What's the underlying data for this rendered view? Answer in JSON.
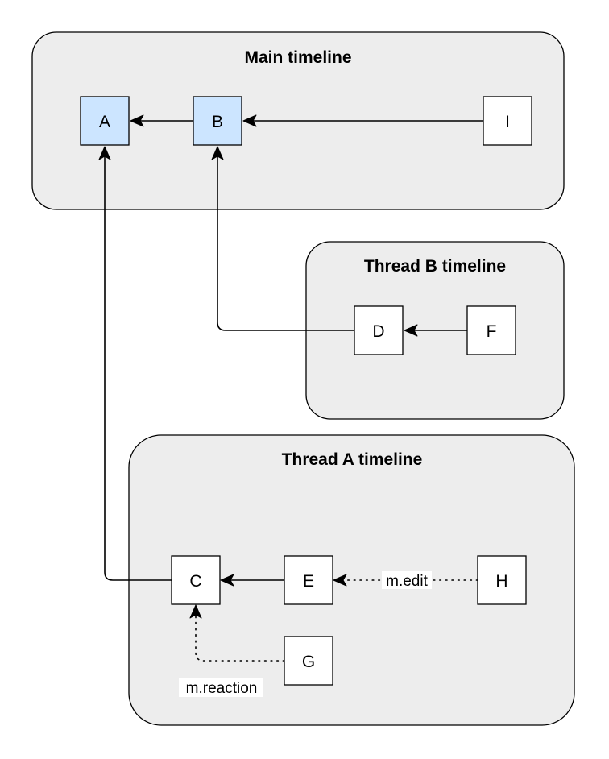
{
  "groups": {
    "main": {
      "title": "Main timeline"
    },
    "thread_b": {
      "title": "Thread B timeline"
    },
    "thread_a": {
      "title": "Thread A timeline"
    }
  },
  "nodes": {
    "A": {
      "label": "A",
      "highlighted": true
    },
    "B": {
      "label": "B",
      "highlighted": true
    },
    "I": {
      "label": "I",
      "highlighted": false
    },
    "D": {
      "label": "D",
      "highlighted": false
    },
    "F": {
      "label": "F",
      "highlighted": false
    },
    "C": {
      "label": "C",
      "highlighted": false
    },
    "E": {
      "label": "E",
      "highlighted": false
    },
    "H": {
      "label": "H",
      "highlighted": false
    },
    "G": {
      "label": "G",
      "highlighted": false
    }
  },
  "edges": [
    {
      "from": "B",
      "to": "A",
      "style": "solid",
      "label": ""
    },
    {
      "from": "I",
      "to": "B",
      "style": "solid",
      "label": ""
    },
    {
      "from": "F",
      "to": "D",
      "style": "solid",
      "label": ""
    },
    {
      "from": "D",
      "to": "B",
      "style": "solid",
      "label": ""
    },
    {
      "from": "E",
      "to": "C",
      "style": "solid",
      "label": ""
    },
    {
      "from": "C",
      "to": "A",
      "style": "solid",
      "label": ""
    },
    {
      "from": "H",
      "to": "E",
      "style": "dotted",
      "label": "m.edit"
    },
    {
      "from": "G",
      "to": "C",
      "style": "dotted",
      "label": "m.reaction"
    }
  ],
  "colors": {
    "group_fill": "#ededed",
    "node_fill": "#ffffff",
    "highlight_fill": "#cce5ff",
    "stroke": "#000000"
  }
}
